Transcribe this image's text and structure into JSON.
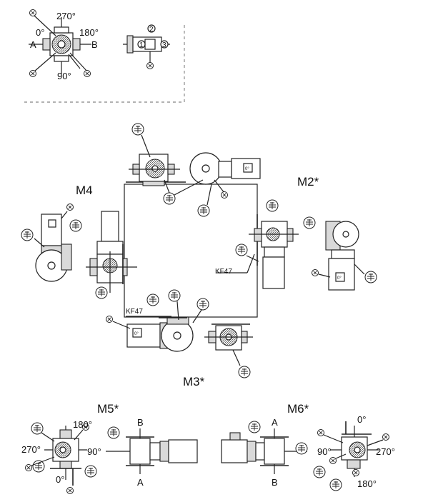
{
  "mounting_labels": {
    "m4": "M4",
    "m2": "M2*",
    "m3": "M3*",
    "m5": "M5*",
    "m6": "M6*"
  },
  "reference_angles": {
    "a270": "270°",
    "a0": "0°",
    "a180": "180°",
    "a90": "90°",
    "side_a": "A",
    "side_b": "B"
  },
  "terminal_box_positions": {
    "p1": "1",
    "p2": "2",
    "p3": "3"
  },
  "model_callouts": {
    "kf47_right": "KF47",
    "kf47_bottom": "KF47"
  },
  "m5_angles": {
    "a180": "180°",
    "a270": "270°",
    "a90": "90°",
    "a0": "0°",
    "side_b": "B",
    "side_a": "A"
  },
  "m6_angles": {
    "a0": "0°",
    "a90": "90°",
    "a270": "270°",
    "a180": "180°",
    "side_a": "A",
    "side_b": "B"
  },
  "marker_letter": "X",
  "box_angle_label": "0°"
}
